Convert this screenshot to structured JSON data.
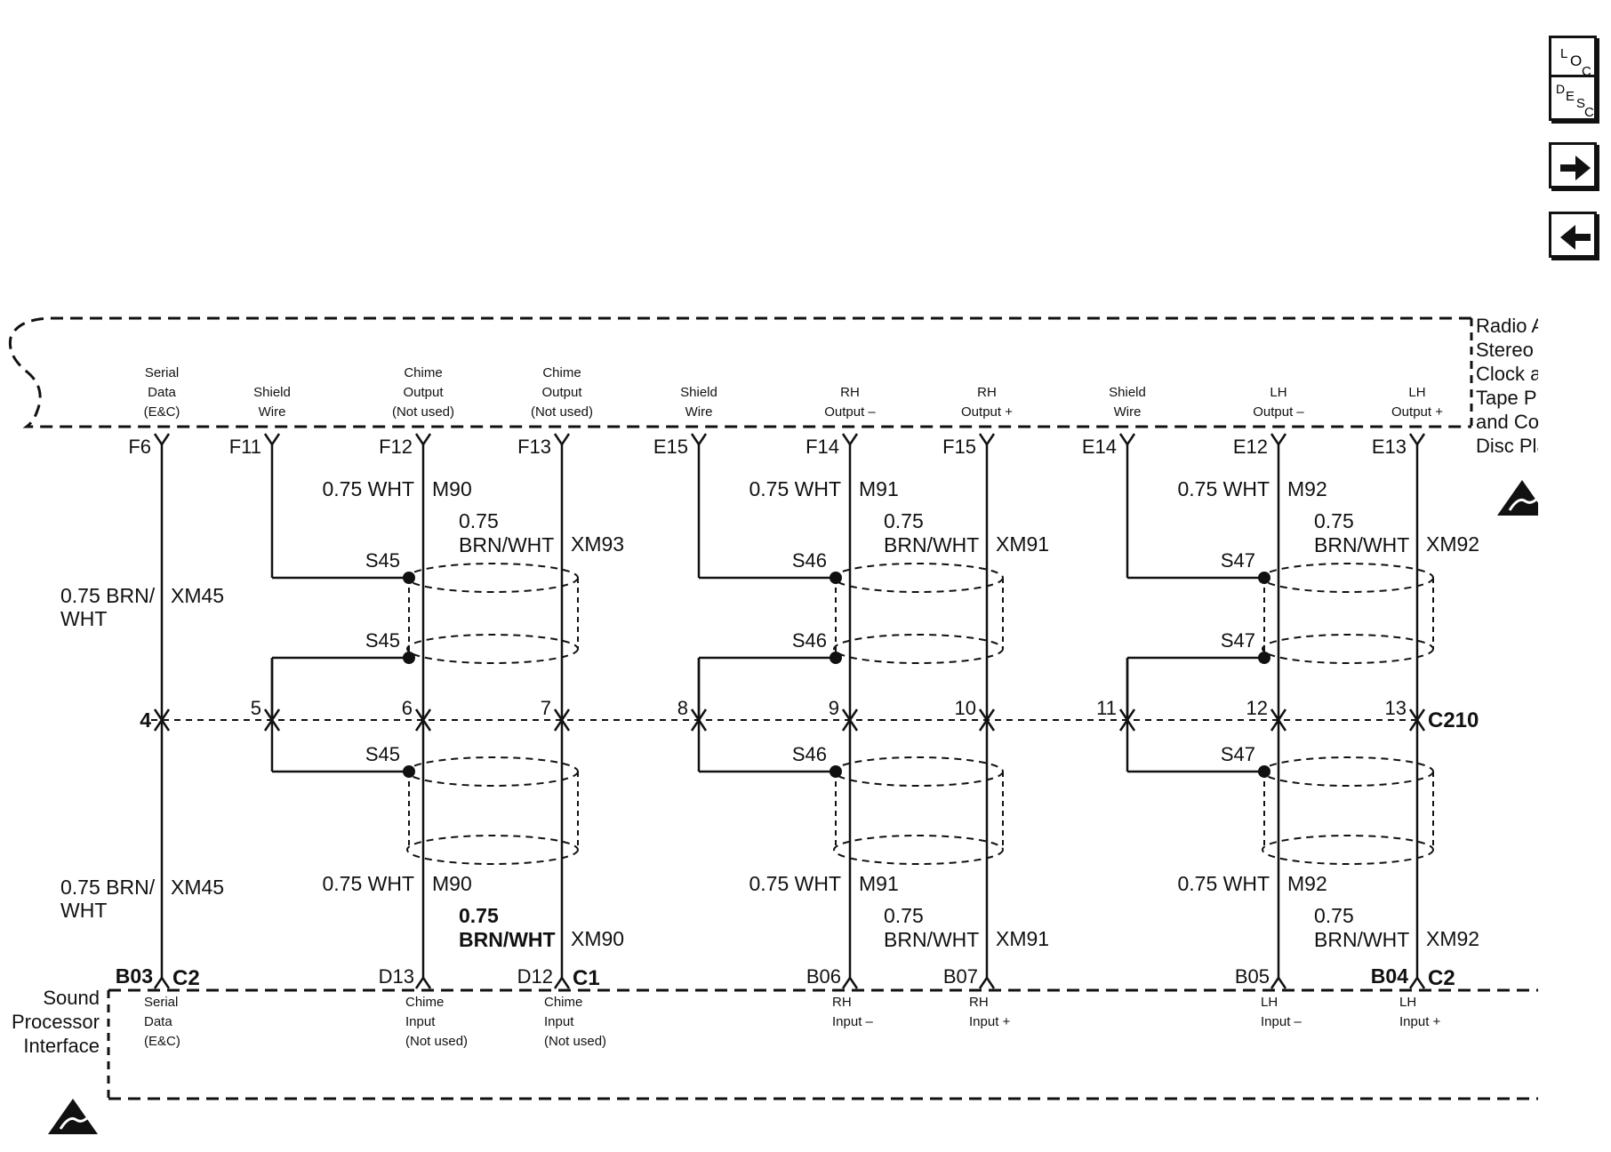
{
  "nav": {
    "loc_label": "LOC",
    "desc_label": "DESC",
    "forward": "arrow-right-icon",
    "back": "arrow-left-icon"
  },
  "components": {
    "top": [
      "Radio AM/FM",
      "Stereo and",
      "Clock and",
      "Tape Player",
      "and Compact",
      "Disc Player"
    ],
    "bottom": [
      "Sound",
      "Processor",
      "Interface"
    ]
  },
  "connector_c210": "C210",
  "columns": [
    {
      "func": [
        "Serial",
        "Data",
        "(E&C)"
      ],
      "top_pin": "F6",
      "inline": "4",
      "bot_func": [
        "Serial",
        "Data",
        "(E&C)"
      ],
      "bot_pin": "B03",
      "bot_conn": "C2",
      "wire_top": [
        "0.75 BRN/",
        "WHT"
      ],
      "circ_top": "XM45",
      "wire_bot": [
        "0.75 BRN/",
        "WHT"
      ],
      "circ_bot": "XM45"
    },
    {
      "func": [
        "Shield",
        "Wire"
      ],
      "top_pin": "F11",
      "inline": "5"
    },
    {
      "func": [
        "Chime",
        "Output",
        "(Not used)"
      ],
      "top_pin": "F12",
      "inline": "6",
      "bot_func": [
        "Chime",
        "Input",
        "(Not used)"
      ],
      "bot_pin": "D13",
      "wire_top": [
        "0.75 WHT"
      ],
      "circ_top": "M90",
      "wire_bot": [
        "0.75 WHT"
      ],
      "circ_bot": "M90"
    },
    {
      "func": [
        "Chime",
        "Output",
        "(Not used)"
      ],
      "top_pin": "F13",
      "inline": "7",
      "bot_func": [
        "Chime",
        "Input",
        "(Not used)"
      ],
      "bot_pin": "D12",
      "bot_conn": "C1",
      "wire_top": [
        "0.75",
        "BRN/WHT"
      ],
      "circ_top": "XM93",
      "wire_bot": [
        "0.75",
        "BRN/WHT"
      ],
      "circ_bot": "XM90"
    },
    {
      "func": [
        "Shield",
        "Wire"
      ],
      "top_pin": "E15",
      "inline": "8"
    },
    {
      "func": [
        "RH",
        "Output –"
      ],
      "top_pin": "F14",
      "inline": "9",
      "bot_func": [
        "RH",
        "Input –"
      ],
      "bot_pin": "B06",
      "wire_top": [
        "0.75 WHT"
      ],
      "circ_top": "M91",
      "wire_bot": [
        "0.75 WHT"
      ],
      "circ_bot": "M91"
    },
    {
      "func": [
        "RH",
        "Output +"
      ],
      "top_pin": "F15",
      "inline": "10",
      "bot_func": [
        "RH",
        "Input +"
      ],
      "bot_pin": "B07",
      "wire_top": [
        "0.75",
        "BRN/WHT"
      ],
      "circ_top": "XM91",
      "wire_bot": [
        "0.75",
        "BRN/WHT"
      ],
      "circ_bot": "XM91"
    },
    {
      "func": [
        "Shield",
        "Wire"
      ],
      "top_pin": "E14",
      "inline": "11"
    },
    {
      "func": [
        "LH",
        "Output –"
      ],
      "top_pin": "E12",
      "inline": "12",
      "bot_func": [
        "LH",
        "Input –"
      ],
      "bot_pin": "B05",
      "wire_top": [
        "0.75 WHT"
      ],
      "circ_top": "M92",
      "wire_bot": [
        "0.75 WHT"
      ],
      "circ_bot": "M92"
    },
    {
      "func": [
        "LH",
        "Output +"
      ],
      "top_pin": "E13",
      "inline": "13",
      "bot_func": [
        "LH",
        "Input +"
      ],
      "bot_pin": "B04",
      "bot_conn": "C2",
      "wire_top": [
        "0.75",
        "BRN/WHT"
      ],
      "circ_top": "XM92",
      "wire_bot": [
        "0.75",
        "BRN/WHT"
      ],
      "circ_bot": "XM92"
    }
  ],
  "splices": [
    "S45",
    "S46",
    "S47"
  ]
}
